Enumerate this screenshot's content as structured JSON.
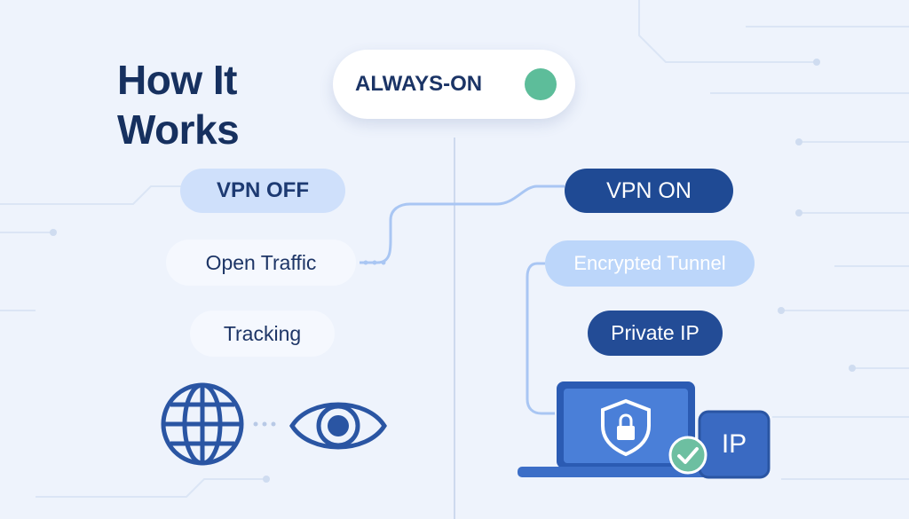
{
  "heading": {
    "title": "How It Works"
  },
  "always_on": {
    "label": "ALWAYS-ON",
    "toggle_color": "#5dbd9a",
    "state": "on"
  },
  "left_column": {
    "status": "VPN OFF",
    "items": [
      "Open Traffic",
      "Tracking"
    ],
    "icons": [
      "globe-icon",
      "eye-icon"
    ]
  },
  "right_column": {
    "status": "VPN ON",
    "items": [
      "Encrypted Tunnel",
      "Private IP"
    ],
    "icons": [
      "laptop-icon",
      "shield-lock-icon",
      "checkmark-icon"
    ],
    "ip_badge": "IP"
  },
  "colors": {
    "background": "#eef3fc",
    "navy": "#1f4a94",
    "light_blue": "#cfe0fb",
    "accent_blue": "#4a7fd8",
    "green": "#5dbd9a"
  }
}
